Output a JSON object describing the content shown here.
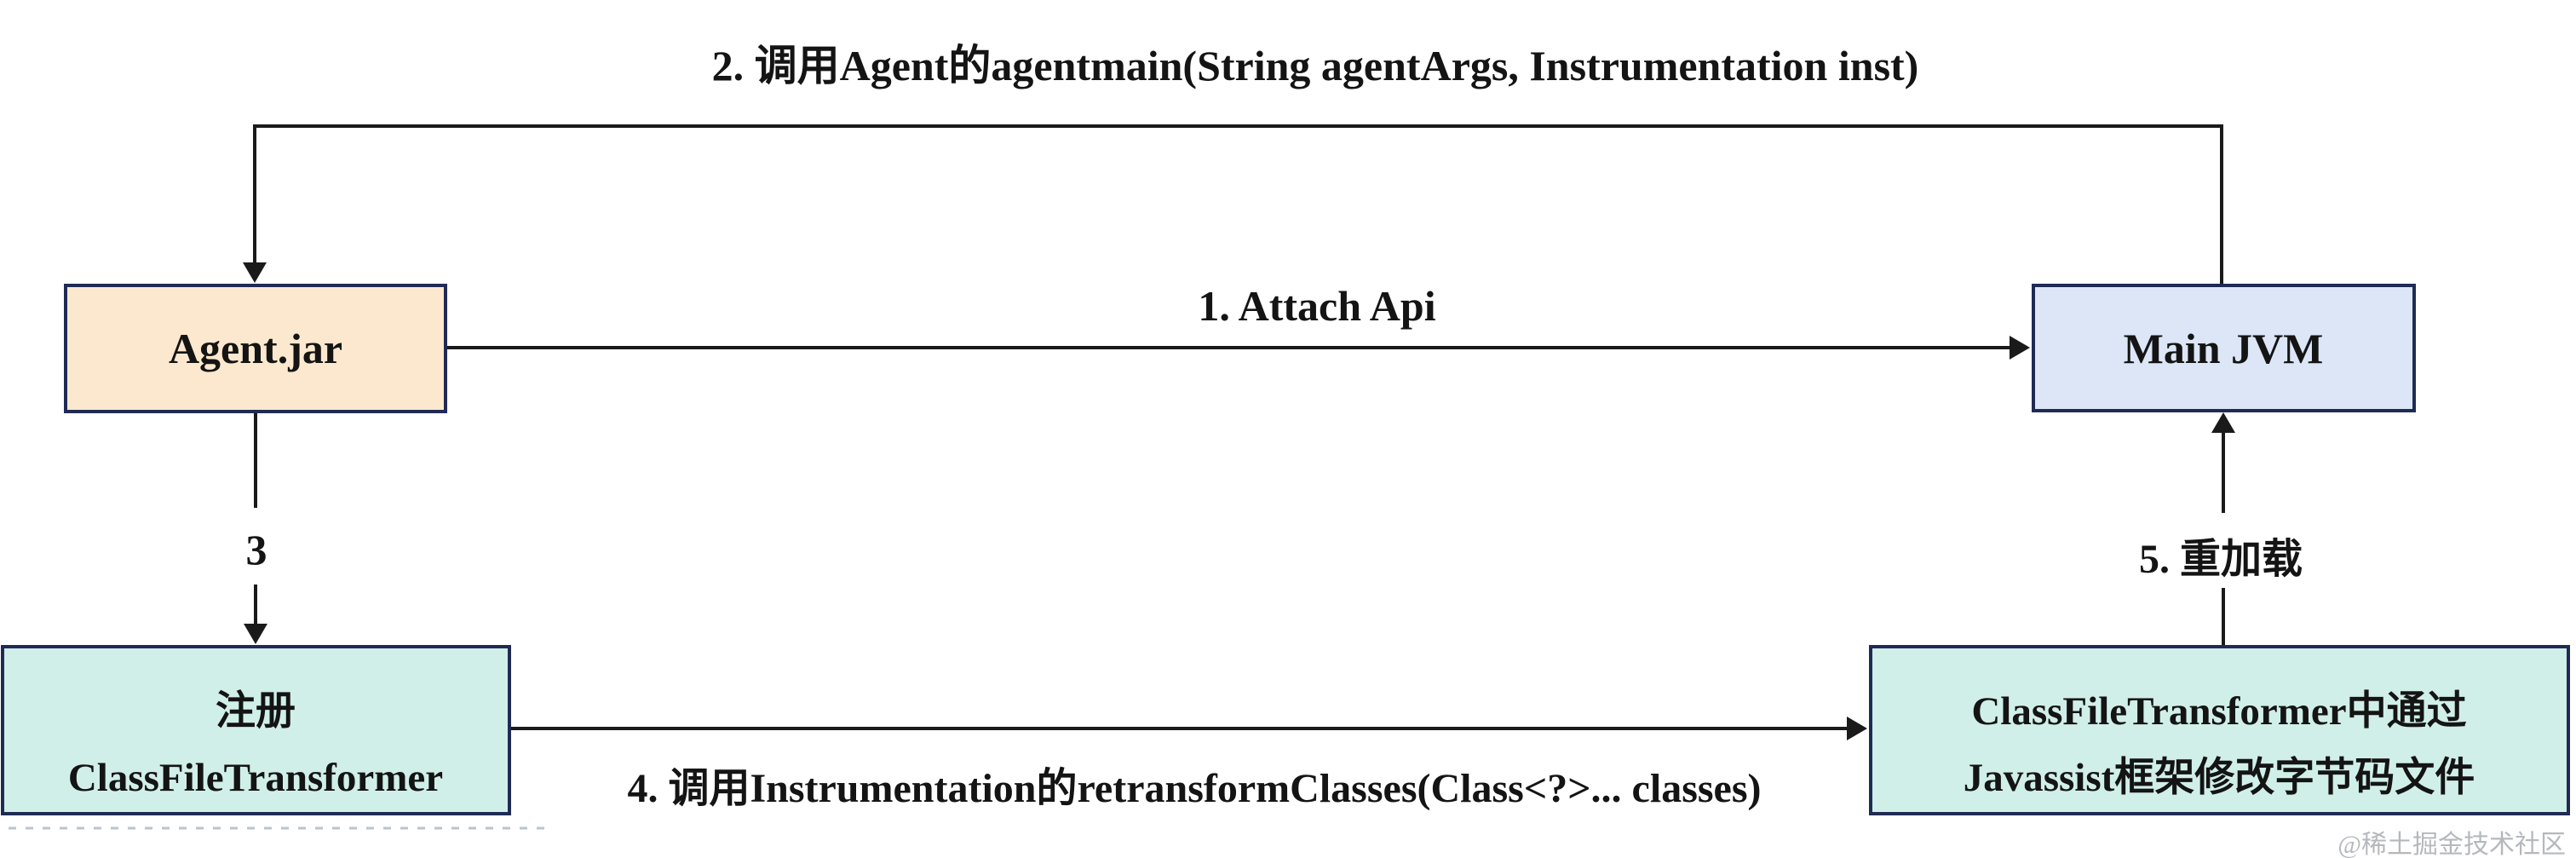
{
  "diagram": {
    "boxes": {
      "agent_jar": {
        "label": "Agent.jar",
        "fill": "#FCE8CE"
      },
      "main_jvm": {
        "label": "Main JVM",
        "fill": "#DCE6F6"
      },
      "register": {
        "line1": "注册",
        "line2": "ClassFileTransformer",
        "fill": "#D0EFE8"
      },
      "transformer": {
        "line1": "ClassFileTransformer中通过",
        "line2": "Javassist框架修改字节码文件",
        "fill": "#D0EFE8"
      }
    },
    "labels": {
      "step1": "1. Attach Api",
      "step2": "2. 调用Agent的agentmain(String agentArgs, Instrumentation inst)",
      "step3": "3",
      "step4": "4. 调用Instrumentation的retransformClasses(Class<?>... classes)",
      "step5": "5. 重加载"
    },
    "colors": {
      "border": "#202b54",
      "arrow": "#1a1a1a",
      "background": "#ffffff"
    },
    "watermark": "@稀土掘金技术社区"
  }
}
